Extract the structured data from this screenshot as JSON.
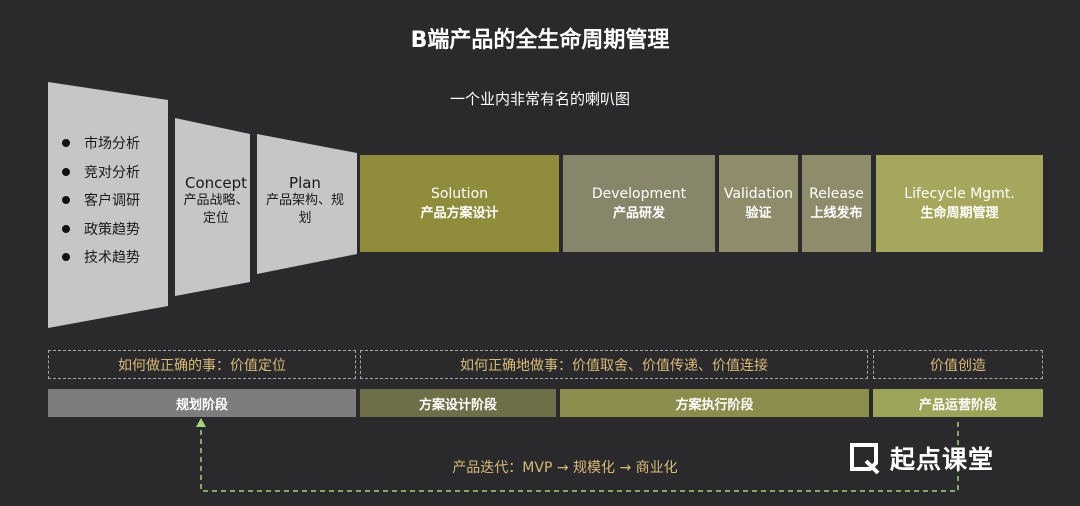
{
  "title": "B端产品的全生命周期管理",
  "subtitle": "一个业内非常有名的喇叭图",
  "funnel": {
    "bullets": [
      "市场分析",
      "竞对分析",
      "客户调研",
      "政策趋势",
      "技术趋势"
    ],
    "concept": {
      "en": "Concept",
      "cn": "产品战略、定位"
    },
    "plan": {
      "en": "Plan",
      "cn": "产品架构、规划"
    }
  },
  "stages": [
    {
      "en": "Solution",
      "cn": "产品方案设计"
    },
    {
      "en": "Development",
      "cn": "产品研发"
    },
    {
      "en": "Validation",
      "cn": "验证"
    },
    {
      "en": "Release",
      "cn": "上线发布"
    },
    {
      "en": "Lifecycle Mgmt.",
      "cn": "生命周期管理"
    }
  ],
  "questions": [
    "如何做正确的事：价值定位",
    "如何正确地做事：价值取舍、价值传递、价值连接",
    "价值创造"
  ],
  "phases": [
    "规划阶段",
    "方案设计阶段",
    "方案执行阶段",
    "产品运营阶段"
  ],
  "iteration": "产品迭代：MVP → 规模化 → 商业化",
  "logo": {
    "text": "起点课堂",
    "icon": "qidian-logo-icon"
  },
  "colors": {
    "background": "#2a2a2c",
    "funnel": "#c6c6c6",
    "solution": "#8f8c3b",
    "development": "#87856a",
    "validation": "#8e8c6a",
    "lifecycle": "#a6a75c",
    "planning": "#7d7d7d",
    "design": "#6e6e48",
    "execution": "#8b8d4c",
    "operation": "#9ea35a",
    "accent_text": "#d9b978",
    "dashed_line": "#a5d27f"
  }
}
